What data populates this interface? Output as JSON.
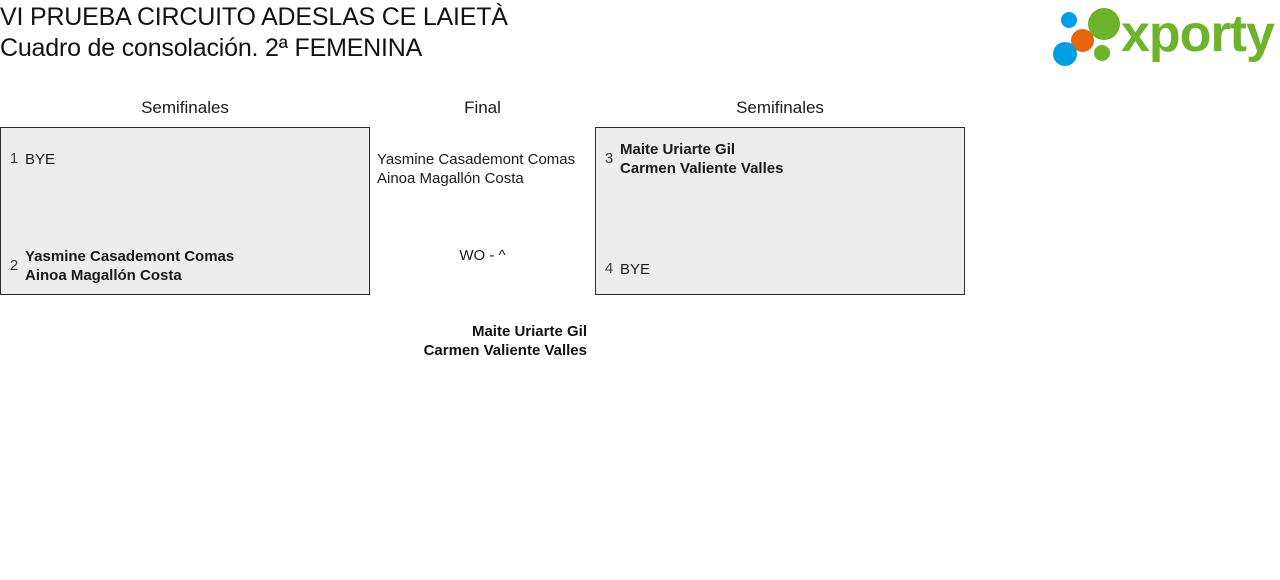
{
  "header": {
    "title_line_1": "VI PRUEBA CIRCUITO ADESLAS CE LAIETÀ",
    "title_line_2": "Cuadro de consolación. 2ª FEMENINA"
  },
  "logo": {
    "wordmark": "xporty",
    "green": "#6DB32B",
    "blue": "#009FE3",
    "orange": "#E8650D"
  },
  "bracket": {
    "rounds": {
      "left_label": "Semifinales",
      "final_label": "Final",
      "right_label": "Semifinales"
    },
    "left_match": {
      "slots": [
        {
          "seed": "1",
          "players": [
            "BYE"
          ],
          "winner": false
        },
        {
          "seed": "2",
          "players": [
            "Yasmine Casademont Comas",
            "Ainoa Magallón Costa"
          ],
          "winner": true
        }
      ]
    },
    "right_match": {
      "slots": [
        {
          "seed": "3",
          "players": [
            "Maite Uriarte Gil",
            "Carmen Valiente Valles"
          ],
          "winner": true
        },
        {
          "seed": "4",
          "players": [
            "BYE"
          ],
          "winner": false
        }
      ]
    },
    "final": {
      "entrant": [
        "Yasmine Casademont Comas",
        "Ainoa Magallón Costa"
      ],
      "score": "WO - ^",
      "champion": [
        "Maite Uriarte Gil",
        "Carmen Valiente Valles"
      ]
    }
  },
  "colors": {
    "box_fill": "#ededed",
    "box_border": "#2b2b2b",
    "text": "#1a1a1a"
  }
}
